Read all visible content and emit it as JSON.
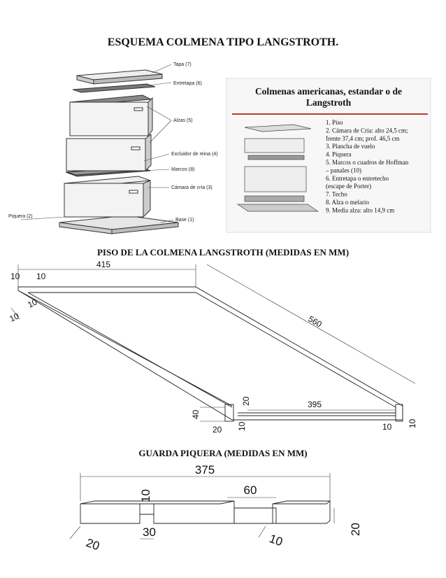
{
  "titles": {
    "main": "ESQUEMA COLMENA TIPO LANGSTROTH.",
    "floor": "PISO DE LA COLMENA LANGSTROTH (MEDIDAS EN MM)",
    "guard": "GUARDA PIQUERA (MEDIDAS EN MM)"
  },
  "hive_labels": {
    "tapa": "Tapa (7)",
    "entretapa": "Entretapa (6)",
    "alzas": "Alzas (5)",
    "excluidor": "Excluidor de reina (4)",
    "marcos": "Marcos (8)",
    "camara": "Cámara de cría (3)",
    "piquera": "Piquera (2)",
    "base": "Base (1)"
  },
  "panel": {
    "title_line1": "Colmenas americanas, estandar o de",
    "title_line2": "Langstroth",
    "list": [
      "1.  Piso",
      "2.  Cámara de Cría: alto 24,5 cm;",
      "     frente 37,4 cm; prof. 46,5 cm",
      "3.  Plancha de vuelo",
      "4.  Piquera",
      "5.  Marcos o cuadros de Hoffman",
      "     – panales (10)",
      "6.  Entretapa o entretecho",
      "     (escape de Porter)",
      "7.  Techo",
      "8.  Alza o melario",
      "9.  Media alza: alto 14,9 cm"
    ]
  },
  "floor_dims": {
    "w415": "415",
    "d10a": "10",
    "d10b": "10",
    "d10c": "10",
    "d10d": "10",
    "d560": "560",
    "d20a": "20",
    "d40": "40",
    "d20b": "20",
    "d10e": "10",
    "d395": "395",
    "d10f": "10",
    "d10g": "10"
  },
  "guard_dims": {
    "d375": "375",
    "d60": "60",
    "d10a": "10",
    "d30": "30",
    "d20a": "20",
    "d10b": "10",
    "d20b": "20"
  }
}
